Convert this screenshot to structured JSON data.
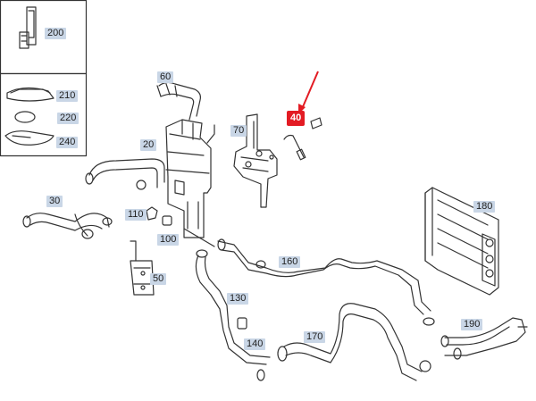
{
  "diagram": {
    "highlight_color": "#e31b23",
    "label_color": "#c9d6e6",
    "labels": {
      "p200": "200",
      "p210": "210",
      "p220": "220",
      "p240": "240",
      "p60": "60",
      "p70": "70",
      "p40": "40",
      "p20": "20",
      "p30": "30",
      "p110": "110",
      "p100": "100",
      "p50": "50",
      "p130": "130",
      "p140": "140",
      "p160": "160",
      "p170": "170",
      "p180": "180",
      "p190": "190"
    },
    "arrow_icon": "arrow-pointer-icon"
  }
}
